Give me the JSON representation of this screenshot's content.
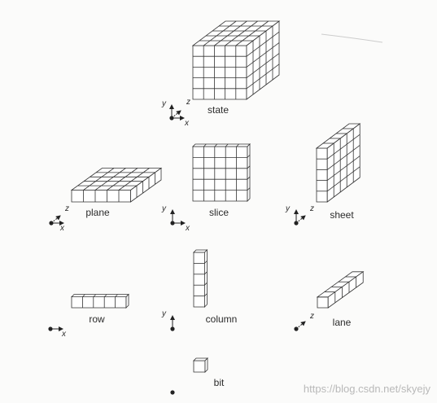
{
  "pieces": [
    {
      "id": "state",
      "label": "state"
    },
    {
      "id": "plane",
      "label": "plane"
    },
    {
      "id": "slice",
      "label": "slice"
    },
    {
      "id": "sheet",
      "label": "sheet"
    },
    {
      "id": "row",
      "label": "row"
    },
    {
      "id": "column",
      "label": "column"
    },
    {
      "id": "lane",
      "label": "lane"
    },
    {
      "id": "bit",
      "label": "bit"
    }
  ],
  "axes": {
    "x": "x",
    "y": "y",
    "z": "z"
  },
  "watermark": "https://blog.csdn.net/skyejy"
}
